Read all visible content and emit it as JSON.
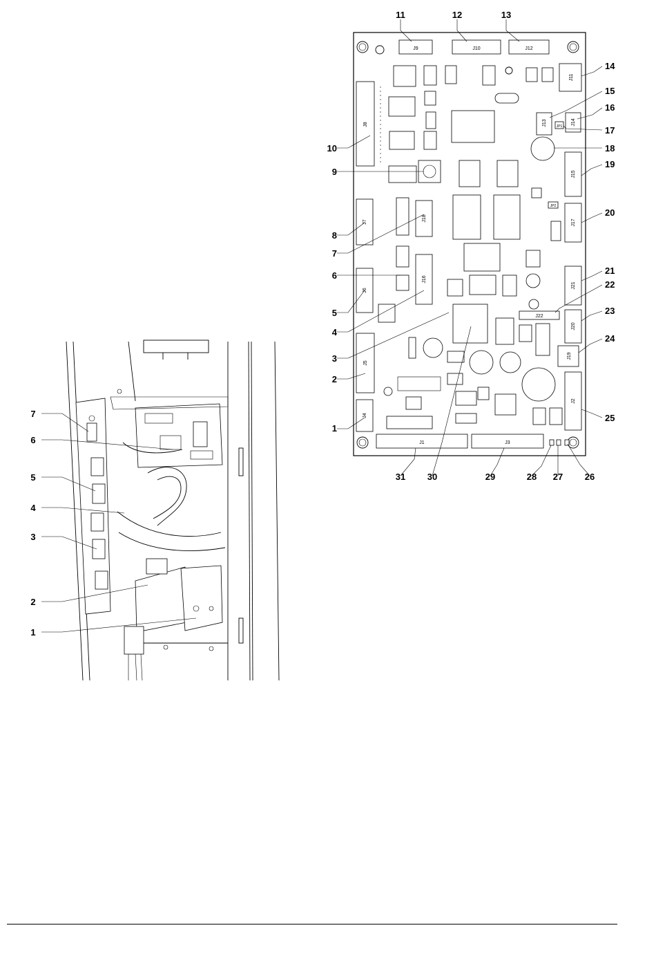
{
  "board": {
    "connectors": [
      {
        "id": "c-j9",
        "label": "J9"
      },
      {
        "id": "c-j10",
        "label": "J10"
      },
      {
        "id": "c-j12",
        "label": "J12"
      },
      {
        "id": "c-j11",
        "label": "J11"
      },
      {
        "id": "c-j13",
        "label": "J13"
      },
      {
        "id": "c-j14",
        "label": "J14"
      },
      {
        "id": "c-jp1",
        "label": "JP1"
      },
      {
        "id": "c-j8",
        "label": "J8"
      },
      {
        "id": "c-j15",
        "label": "J15"
      },
      {
        "id": "c-j7",
        "label": "J7"
      },
      {
        "id": "c-j18",
        "label": "J18"
      },
      {
        "id": "c-jp2",
        "label": "JP2"
      },
      {
        "id": "c-j17",
        "label": "J17"
      },
      {
        "id": "c-j6",
        "label": "J6"
      },
      {
        "id": "c-j16",
        "label": "J16"
      },
      {
        "id": "c-j21",
        "label": "J21"
      },
      {
        "id": "c-j22",
        "label": "J22"
      },
      {
        "id": "c-j20",
        "label": "J20"
      },
      {
        "id": "c-j5",
        "label": "J5"
      },
      {
        "id": "c-j19",
        "label": "J19"
      },
      {
        "id": "c-j2",
        "label": "J2"
      },
      {
        "id": "c-j4",
        "label": "J4"
      },
      {
        "id": "c-j1",
        "label": "J1"
      },
      {
        "id": "c-j3",
        "label": "J3"
      }
    ],
    "callouts": [
      "1",
      "2",
      "3",
      "4",
      "5",
      "6",
      "7",
      "8",
      "9",
      "10",
      "11",
      "12",
      "13",
      "14",
      "15",
      "16",
      "17",
      "18",
      "19",
      "20",
      "21",
      "22",
      "23",
      "24",
      "25",
      "26",
      "27",
      "28",
      "29",
      "30",
      "31"
    ]
  },
  "cabinet": {
    "callouts": [
      "7",
      "6",
      "5",
      "4",
      "3",
      "2",
      "1"
    ]
  }
}
